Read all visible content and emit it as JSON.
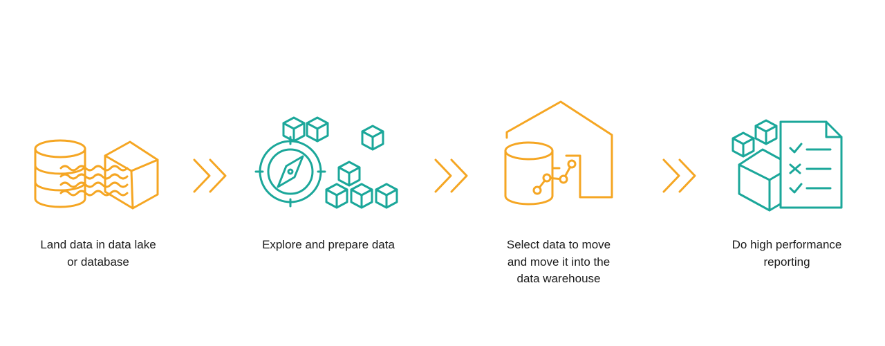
{
  "colors": {
    "orange": "#F5A623",
    "teal": "#1BA79A",
    "text": "#1a1a1a"
  },
  "steps": [
    {
      "label": "Land data in data lake\nor database",
      "icon": "database-lake-icon"
    },
    {
      "label": "Explore and prepare data",
      "icon": "compass-cubes-icon"
    },
    {
      "label": "Select data to move\nand move it into the\ndata warehouse",
      "icon": "warehouse-icon"
    },
    {
      "label": "Do high performance\nreporting",
      "icon": "report-checklist-icon"
    }
  ],
  "connectors": [
    "double-chevron-icon",
    "double-chevron-icon",
    "double-chevron-icon"
  ]
}
